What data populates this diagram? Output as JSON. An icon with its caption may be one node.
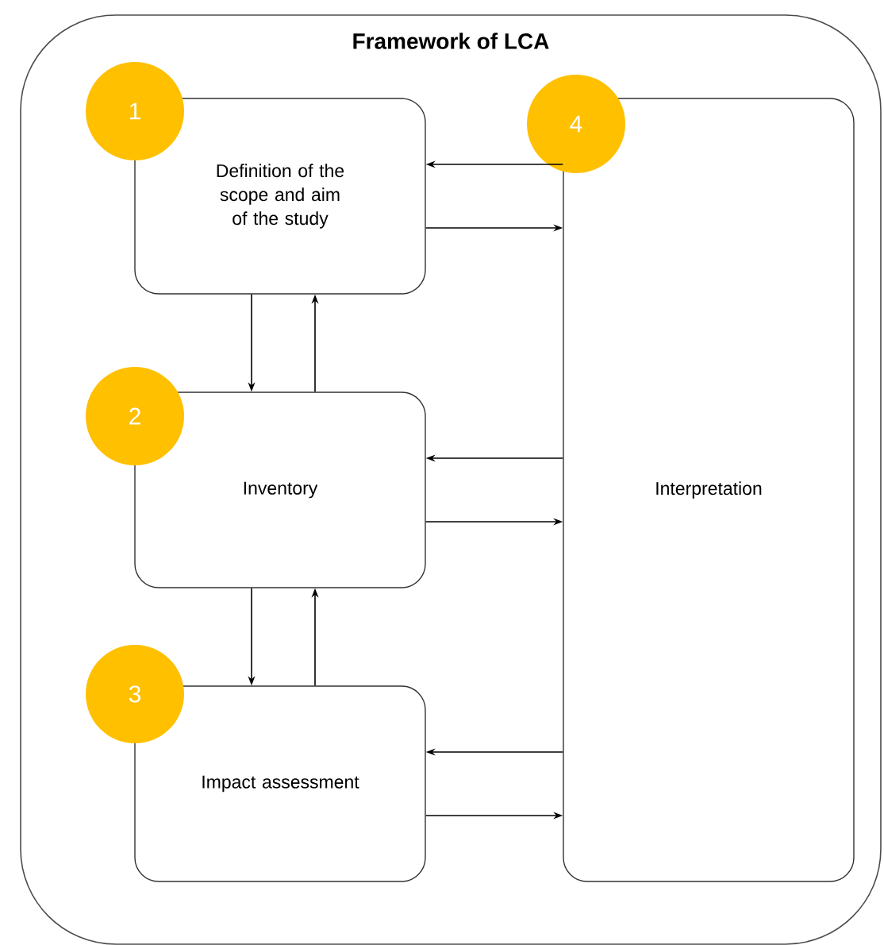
{
  "diagram": {
    "nodes": [
      {
        "text": [
          "Framework of LCA"
        ]
      },
      {
        "text": [
          "Definition of the scope and aim of the study"
        ],
        "in": 0
      },
      {
        "text": [
          "Inventory"
        ],
        "in": 0
      },
      {
        "text": [
          "Impact assessment"
        ],
        "in": 0
      },
      {
        "text": [
          "Interpretation"
        ],
        "in": 0
      },
      {
        "text": [
          "1"
        ],
        "in": 0
      },
      {
        "text": [
          "2"
        ],
        "in": 0
      },
      {
        "text": [
          "3"
        ],
        "in": 0
      },
      {
        "text": [
          "4"
        ],
        "in": 0
      }
    ],
    "edges": [
      {
        "from": 1,
        "to": 2,
        "arrow": "to"
      },
      {
        "from": 2,
        "to": 1,
        "arrow": "to"
      },
      {
        "from": 2,
        "to": 3,
        "arrow": "to"
      },
      {
        "from": 3,
        "to": 2,
        "arrow": "to"
      },
      {
        "from": 4,
        "to": 1,
        "arrow": "to"
      },
      {
        "from": 1,
        "to": 4,
        "arrow": "to"
      },
      {
        "from": 4,
        "to": 2,
        "arrow": "to"
      },
      {
        "from": 2,
        "to": 4,
        "arrow": "to"
      },
      {
        "from": 4,
        "to": 3,
        "arrow": "to"
      },
      {
        "from": 3,
        "to": 4,
        "arrow": "to"
      }
    ]
  }
}
